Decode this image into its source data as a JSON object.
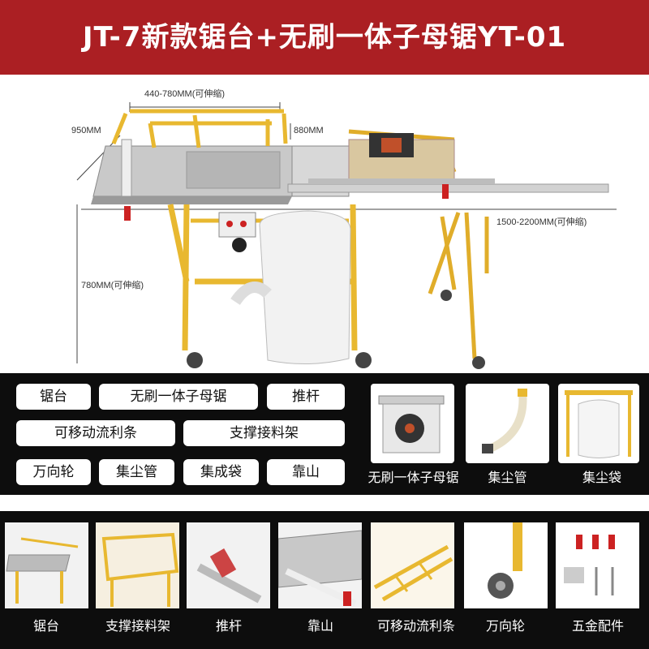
{
  "banner": {
    "title": "JT-7新款锯台+无刷一体子母锯YT-01"
  },
  "dimensions": {
    "width_top": "440-780MM(可伸缩)",
    "depth_left": "950MM",
    "depth_right": "880MM",
    "length_ext": "1500-2200MM(可伸缩)",
    "height": "780MM(可伸缩)"
  },
  "features": {
    "chips": [
      "锯台",
      "无刷一体子母锯",
      "推杆",
      "可移动流利条",
      "支撑接料架",
      "万向轮",
      "集尘管",
      "集成袋",
      "靠山"
    ],
    "thumbs": [
      "无刷一体子母锯",
      "集尘管",
      "集尘袋"
    ]
  },
  "gallery": {
    "items": [
      "锯台",
      "支撑接料架",
      "推杆",
      "靠山",
      "可移动流利条",
      "万向轮",
      "五金配件"
    ]
  },
  "colors": {
    "banner": "#ab1f23",
    "frame": "#e8b830",
    "dark": "#0d0d0d"
  }
}
